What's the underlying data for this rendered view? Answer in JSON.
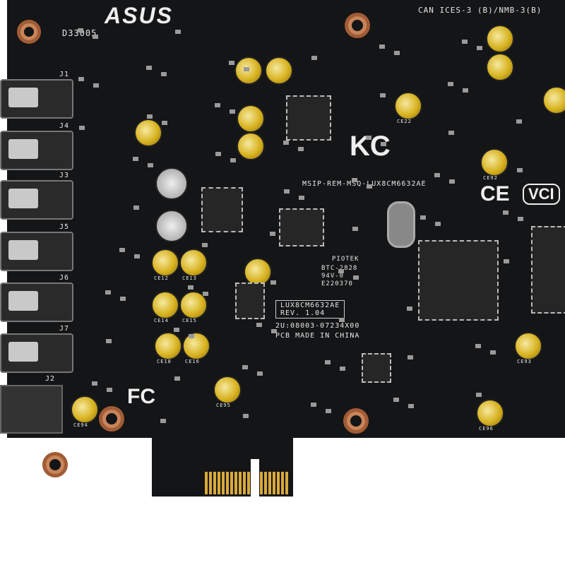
{
  "board": {
    "brand_logo": "ASUS",
    "part_code": "D33005",
    "compliance_text": "CAN ICES-3 (B)/NMB-3(B)",
    "msip_code": "MSIP-REM-MSQ-LUX8CM6632AE",
    "model_box": [
      "LUX8CM6632AE",
      "REV. 1.04"
    ],
    "part_number": "2U:08003-07234X00",
    "origin": "PCB MADE IN CHINA",
    "ul_block": [
      "PIOTEK",
      "BTC-2828",
      "94V-0",
      "E220370"
    ],
    "cert_marks": [
      "KC",
      "CE",
      "VCI",
      "FC"
    ],
    "jack_labels": [
      "J1",
      "J4",
      "J3",
      "J5",
      "J6",
      "J7",
      "J2"
    ],
    "cap_labels": [
      "CE12",
      "CE13",
      "CE14",
      "CE15",
      "CE18",
      "CE16",
      "CE95",
      "CE96",
      "CE93",
      "CE94",
      "CE22",
      "CE92"
    ]
  },
  "colors": {
    "pcb": "#141516",
    "gold": "#d9a93a",
    "silkscreen": "#e6e6e6"
  }
}
